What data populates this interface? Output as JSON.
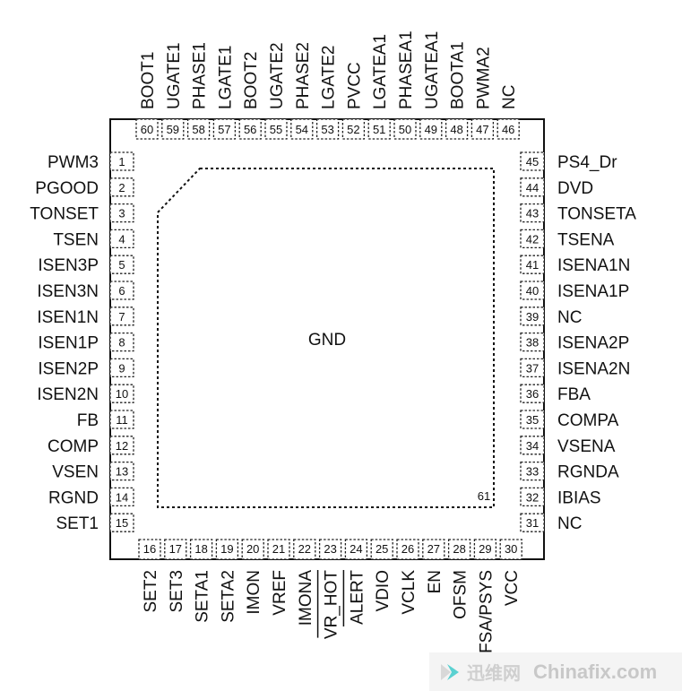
{
  "diagram": {
    "center_label": "GND",
    "exposed_pad_number": "61",
    "pins_top": [
      {
        "num": "60",
        "name": "BOOT1"
      },
      {
        "num": "59",
        "name": "UGATE1"
      },
      {
        "num": "58",
        "name": "PHASE1"
      },
      {
        "num": "57",
        "name": "LGATE1"
      },
      {
        "num": "56",
        "name": "BOOT2"
      },
      {
        "num": "55",
        "name": "UGATE2"
      },
      {
        "num": "54",
        "name": "PHASE2"
      },
      {
        "num": "53",
        "name": "LGATE2"
      },
      {
        "num": "52",
        "name": "PVCC"
      },
      {
        "num": "51",
        "name": "LGATEA1"
      },
      {
        "num": "50",
        "name": "PHASEA1"
      },
      {
        "num": "49",
        "name": "UGATEA1"
      },
      {
        "num": "48",
        "name": "BOOTA1"
      },
      {
        "num": "47",
        "name": "PWMA2"
      },
      {
        "num": "46",
        "name": "NC"
      }
    ],
    "pins_left": [
      {
        "num": "1",
        "name": "PWM3"
      },
      {
        "num": "2",
        "name": "PGOOD"
      },
      {
        "num": "3",
        "name": "TONSET"
      },
      {
        "num": "4",
        "name": "TSEN"
      },
      {
        "num": "5",
        "name": "ISEN3P"
      },
      {
        "num": "6",
        "name": "ISEN3N"
      },
      {
        "num": "7",
        "name": "ISEN1N"
      },
      {
        "num": "8",
        "name": "ISEN1P"
      },
      {
        "num": "9",
        "name": "ISEN2P"
      },
      {
        "num": "10",
        "name": "ISEN2N"
      },
      {
        "num": "11",
        "name": "FB"
      },
      {
        "num": "12",
        "name": "COMP"
      },
      {
        "num": "13",
        "name": "VSEN"
      },
      {
        "num": "14",
        "name": "RGND"
      },
      {
        "num": "15",
        "name": "SET1"
      }
    ],
    "pins_right": [
      {
        "num": "45",
        "name": "PS4_Dr"
      },
      {
        "num": "44",
        "name": "DVD"
      },
      {
        "num": "43",
        "name": "TONSETA"
      },
      {
        "num": "42",
        "name": "TSENA"
      },
      {
        "num": "41",
        "name": "ISENA1N"
      },
      {
        "num": "40",
        "name": "ISENA1P"
      },
      {
        "num": "39",
        "name": "NC"
      },
      {
        "num": "38",
        "name": "ISENA2P"
      },
      {
        "num": "37",
        "name": "ISENA2N"
      },
      {
        "num": "36",
        "name": "FBA"
      },
      {
        "num": "35",
        "name": "COMPA"
      },
      {
        "num": "34",
        "name": "VSENA"
      },
      {
        "num": "33",
        "name": "RGNDA"
      },
      {
        "num": "32",
        "name": "IBIAS"
      },
      {
        "num": "31",
        "name": "NC"
      }
    ],
    "pins_bottom": [
      {
        "num": "16",
        "name": "SET2",
        "overline": false
      },
      {
        "num": "17",
        "name": "SET3",
        "overline": false
      },
      {
        "num": "18",
        "name": "SETA1",
        "overline": false
      },
      {
        "num": "19",
        "name": "SETA2",
        "overline": false
      },
      {
        "num": "20",
        "name": "IMON",
        "overline": false
      },
      {
        "num": "21",
        "name": "VREF",
        "overline": false
      },
      {
        "num": "22",
        "name": "IMONA",
        "overline": false
      },
      {
        "num": "23",
        "name": "VR_HOT",
        "overline": true
      },
      {
        "num": "24",
        "name": "ALERT",
        "overline": true
      },
      {
        "num": "25",
        "name": "VDIO",
        "overline": false
      },
      {
        "num": "26",
        "name": "VCLK",
        "overline": false
      },
      {
        "num": "27",
        "name": "EN",
        "overline": false
      },
      {
        "num": "28",
        "name": "OFSM",
        "overline": false
      },
      {
        "num": "29",
        "name": "OFSA/PSYS",
        "overline": false
      },
      {
        "num": "30",
        "name": "VCC",
        "overline": false
      }
    ]
  },
  "watermark": {
    "site_cn": "迅维网",
    "site_en": "Chinafix.com",
    "logo_icon": "chinafix-logo-icon"
  }
}
